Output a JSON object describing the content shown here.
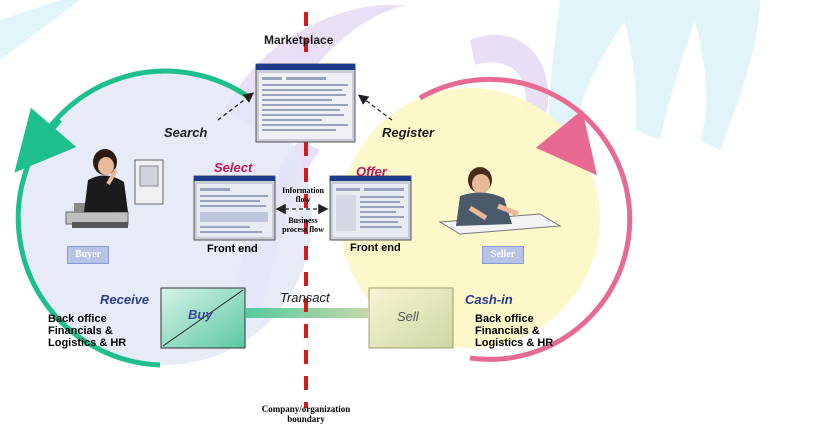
{
  "diagram": {
    "top_label": "Marketplace",
    "search_label": "Search",
    "register_label": "Register",
    "select_label": "Select",
    "offer_label": "Offer",
    "info_flow_label": "Information flow",
    "business_flow_label": "Business process flow",
    "front_end_left": "Front end",
    "front_end_right": "Front end",
    "buyer_badge": "Buyer",
    "seller_badge": "Seller",
    "receive_label": "Receive",
    "buy_label": "Buy",
    "transact_label": "Transact",
    "sell_label": "Sell",
    "cashin_label": "Cash-in",
    "left_backoffice": [
      "Back office",
      "Financials &",
      "Logistics & HR"
    ],
    "right_backoffice": [
      "Back office",
      "Financials &",
      "Logistics & HR"
    ],
    "boundary_label": [
      "Company/organization",
      "boundary"
    ]
  },
  "colors": {
    "buyer_circle": "#1dbf8c",
    "seller_circle": "#e86a92",
    "boundary_line": "#d7191c",
    "buyer_fill": "#e3e7f7",
    "seller_fill": "#fdf7c4",
    "watermark_purple": "#d7c6ee",
    "watermark_cyan": "#c8ecf7"
  }
}
